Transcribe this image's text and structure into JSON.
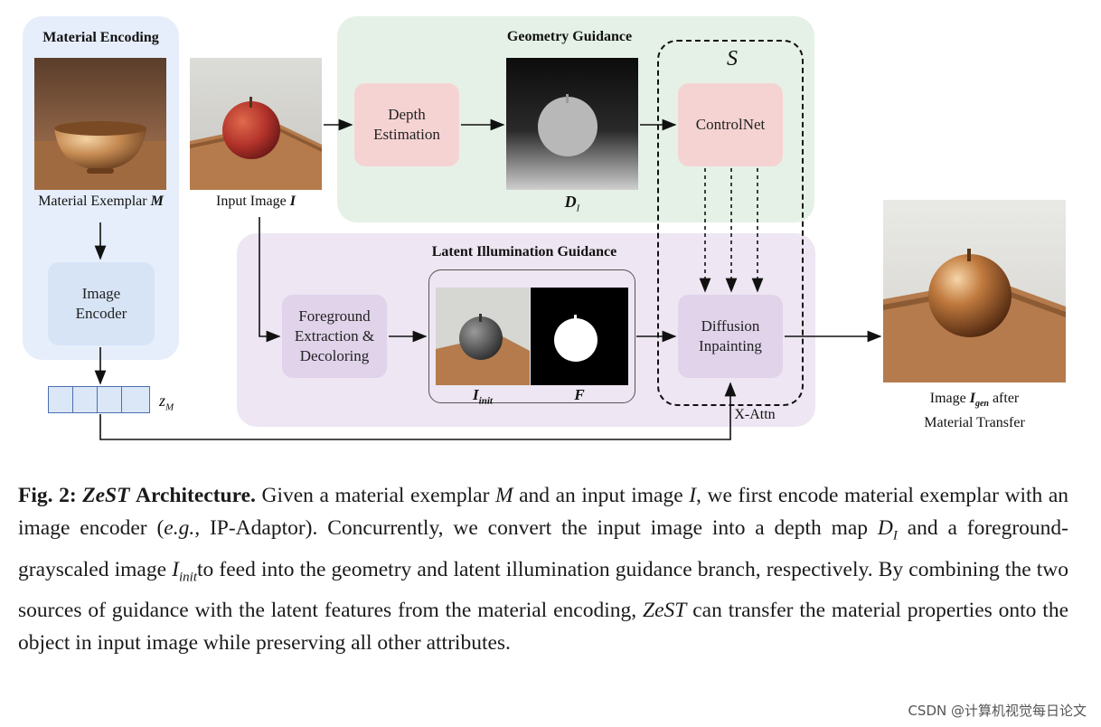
{
  "figure": {
    "panels": {
      "material_encoding_title": "Material Encoding",
      "geometry_guidance_title": "Geometry Guidance",
      "latent_illumination_title": "Latent Illumination Guidance"
    },
    "boxes": {
      "image_encoder": "Image Encoder",
      "depth_estimation": "Depth Estimation",
      "controlnet": "ControlNet",
      "foreground_extraction": "Foreground Extraction & Decoloring",
      "diffusion_inpainting": "Diffusion Inpainting"
    },
    "labels": {
      "material_exemplar": "Material Exemplar",
      "material_exemplar_symbol": "M",
      "input_image": "Input Image",
      "input_image_symbol": "I",
      "depth_map_symbol": "D",
      "depth_map_sub": "I",
      "s_symbol": "S",
      "i_init": "I",
      "i_init_sub": "init",
      "mask_symbol": "F",
      "z_symbol": "z",
      "z_sub": "M",
      "x_attn": "X-Attn",
      "output_line1_a": "Image",
      "output_symbol": "I",
      "output_sub": "gen",
      "output_line1_b": "after",
      "output_line2": "Material Transfer"
    },
    "colors": {
      "blue_panel": "#e6eefb",
      "green_panel": "#e5f1e6",
      "purple_panel": "#eee6f2",
      "pink_box": "#f6d3d3",
      "blue_box": "#d6e4f6",
      "purple_box": "#e0d3ea"
    }
  },
  "caption": {
    "fig_label": "Fig. 2:",
    "name": "ZeST",
    "heading": "Architecture.",
    "text1": "Given a material exemplar",
    "sym_m": "M",
    "text2": "and an input image",
    "sym_i": "I",
    "text3": ", we first encode material exemplar with an image encoder (",
    "eg": "e.g.,",
    "text4": "IP-Adaptor). Concurrently, we convert the input image into a depth map",
    "sym_d": "D",
    "sym_d_sub": "I",
    "text5": "and a foreground-grayscaled image",
    "sym_iinit": "I",
    "sym_iinit_sub": "init",
    "text6": "to feed into the geometry and latent illumination guidance branch, respectively. By combining the two sources of guidance with the latent features from the material encoding,",
    "name2": "ZeST",
    "text7": "can transfer the material properties onto the object in input image while preserving all other attributes."
  },
  "watermark": "CSDN @计算机视觉每日论文"
}
